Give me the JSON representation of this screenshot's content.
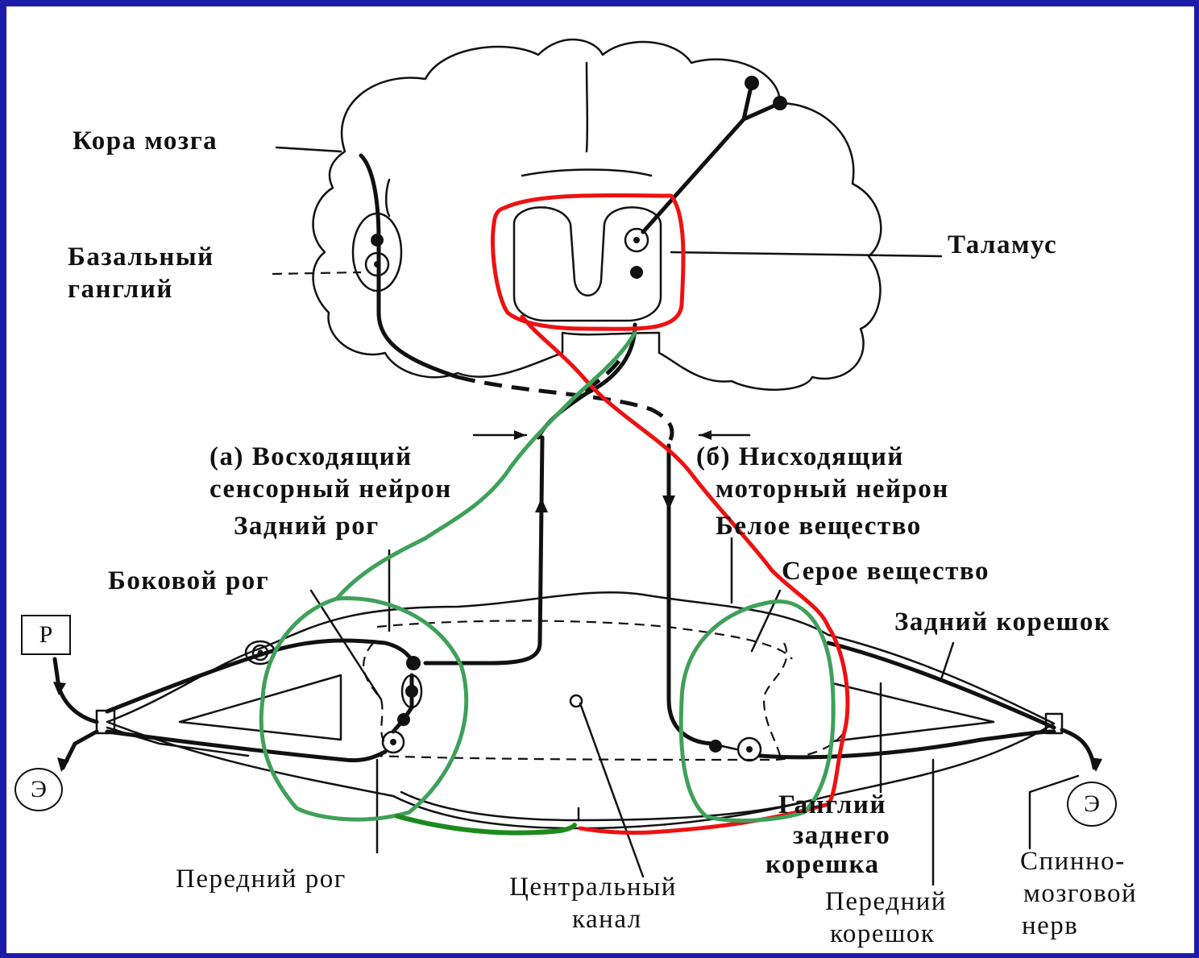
{
  "labels": {
    "cortex": "Кора мозга",
    "basal_ganglion_1": "Базальный",
    "basal_ganglion_2": "ганглий",
    "thalamus": "Таламус",
    "ascending_1": "(а) Восходящий",
    "ascending_2": "сенсорный нейрон",
    "descending_1": "(б) Нисходящий",
    "descending_2": "моторный нейрон",
    "dorsal_horn": "Задний рог",
    "white_matter": "Белое вещество",
    "lateral_horn": "Боковой рог",
    "gray_matter": "Серое вещество",
    "dorsal_root": "Задний корешок",
    "ganglion_1": "Ганглий",
    "ganglion_2": "заднего",
    "ganglion_3": "корешка",
    "ventral_horn": "Передний рог",
    "central_canal_1": "Центральный",
    "central_canal_2": "канал",
    "ventral_root_1": "Передний",
    "ventral_root_2": "корешок",
    "spinal_nerve_1": "Спинно-",
    "spinal_nerve_2": "мозговой",
    "spinal_nerve_3": "нерв"
  },
  "boxes": {
    "receptor": "Р",
    "effector_left": "Э",
    "effector_right": "Э"
  },
  "annotation_colors": {
    "descending_path": "#ee1111",
    "ascending_path": "#3fa05a"
  }
}
